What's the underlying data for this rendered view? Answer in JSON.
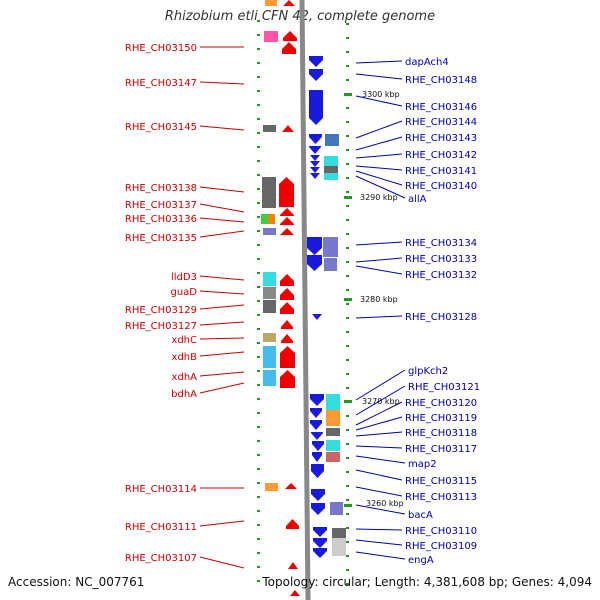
{
  "title": "Rhizobium etli CFN 42, complete genome",
  "footer": {
    "accession": "Accession: NC_007761",
    "summary": "Topology: circular; Length: 4,381,608 bp; Genes: 4,094"
  },
  "colors": {
    "left_label": "#cc0000",
    "right_label": "#0000bb",
    "left_strand": "#ee0000",
    "right_strand": "#1a1add",
    "backbone": "#888888",
    "tick": "#229922"
  },
  "left_labels": [
    "RHE_CH03150",
    "RHE_CH03147",
    "RHE_CH03145",
    "RHE_CH03138",
    "RHE_CH03137",
    "RHE_CH03136",
    "RHE_CH03135",
    "lldD3",
    "guaD",
    "RHE_CH03129",
    "RHE_CH03127",
    "xdhC",
    "xdhB",
    "xdhA",
    "bdhA",
    "RHE_CH03114",
    "RHE_CH03111",
    "RHE_CH03107"
  ],
  "right_labels": [
    "dapAch4",
    "RHE_CH03148",
    "RHE_CH03146",
    "RHE_CH03144",
    "RHE_CH03143",
    "RHE_CH03142",
    "RHE_CH03141",
    "RHE_CH03140",
    "allA",
    "RHE_CH03134",
    "RHE_CH03133",
    "RHE_CH03132",
    "RHE_CH03128",
    "glpKch2",
    "RHE_CH03121",
    "RHE_CH03120",
    "RHE_CH03119",
    "RHE_CH03118",
    "RHE_CH03117",
    "map2",
    "RHE_CH03115",
    "RHE_CH03113",
    "bacA",
    "RHE_CH03110",
    "RHE_CH03109",
    "engA"
  ],
  "scale_labels": [
    "3300 kbp",
    "3290 kbp",
    "3280 kbp",
    "3270 kbp",
    "3260 kbp"
  ]
}
